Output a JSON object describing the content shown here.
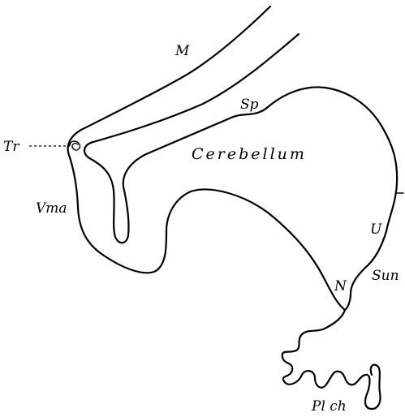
{
  "labels": {
    "M": "M",
    "Sp": "Sp",
    "Tr": "Tr",
    "Cerebellum": "Cerebellum",
    "Vma": "Vma",
    "U": "U",
    "N": "N",
    "Sun": "Sun",
    "Plch": "Pl ch"
  },
  "colors": {
    "ink": "#000000",
    "paper": "#ffffff"
  }
}
